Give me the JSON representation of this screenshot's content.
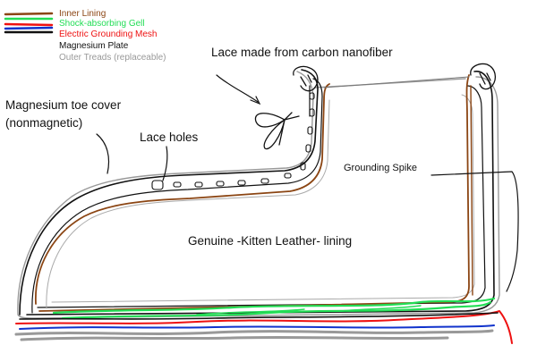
{
  "legend": {
    "items": [
      {
        "label": "Inner Lining",
        "color": "#8B4513"
      },
      {
        "label": "Shock-absorbing Gell",
        "color": "#22dd55"
      },
      {
        "label": "Electric Grounding Mesh",
        "color": "#ee1111"
      },
      {
        "label": "Magnesium Plate",
        "color": "#111111"
      },
      {
        "label": "Outer Treads (replaceable)",
        "color": "#999999"
      }
    ],
    "extra_swatch_color": "#1133cc"
  },
  "annotations": {
    "lace": "Lace made from carbon nanofiber",
    "toe_cover_line1": "Magnesium toe cover",
    "toe_cover_line2": "(nonmagnetic)",
    "lace_holes": "Lace holes",
    "grounding_spike": "Grounding Spike",
    "leather": "Genuine -Kitten Leather- lining"
  }
}
